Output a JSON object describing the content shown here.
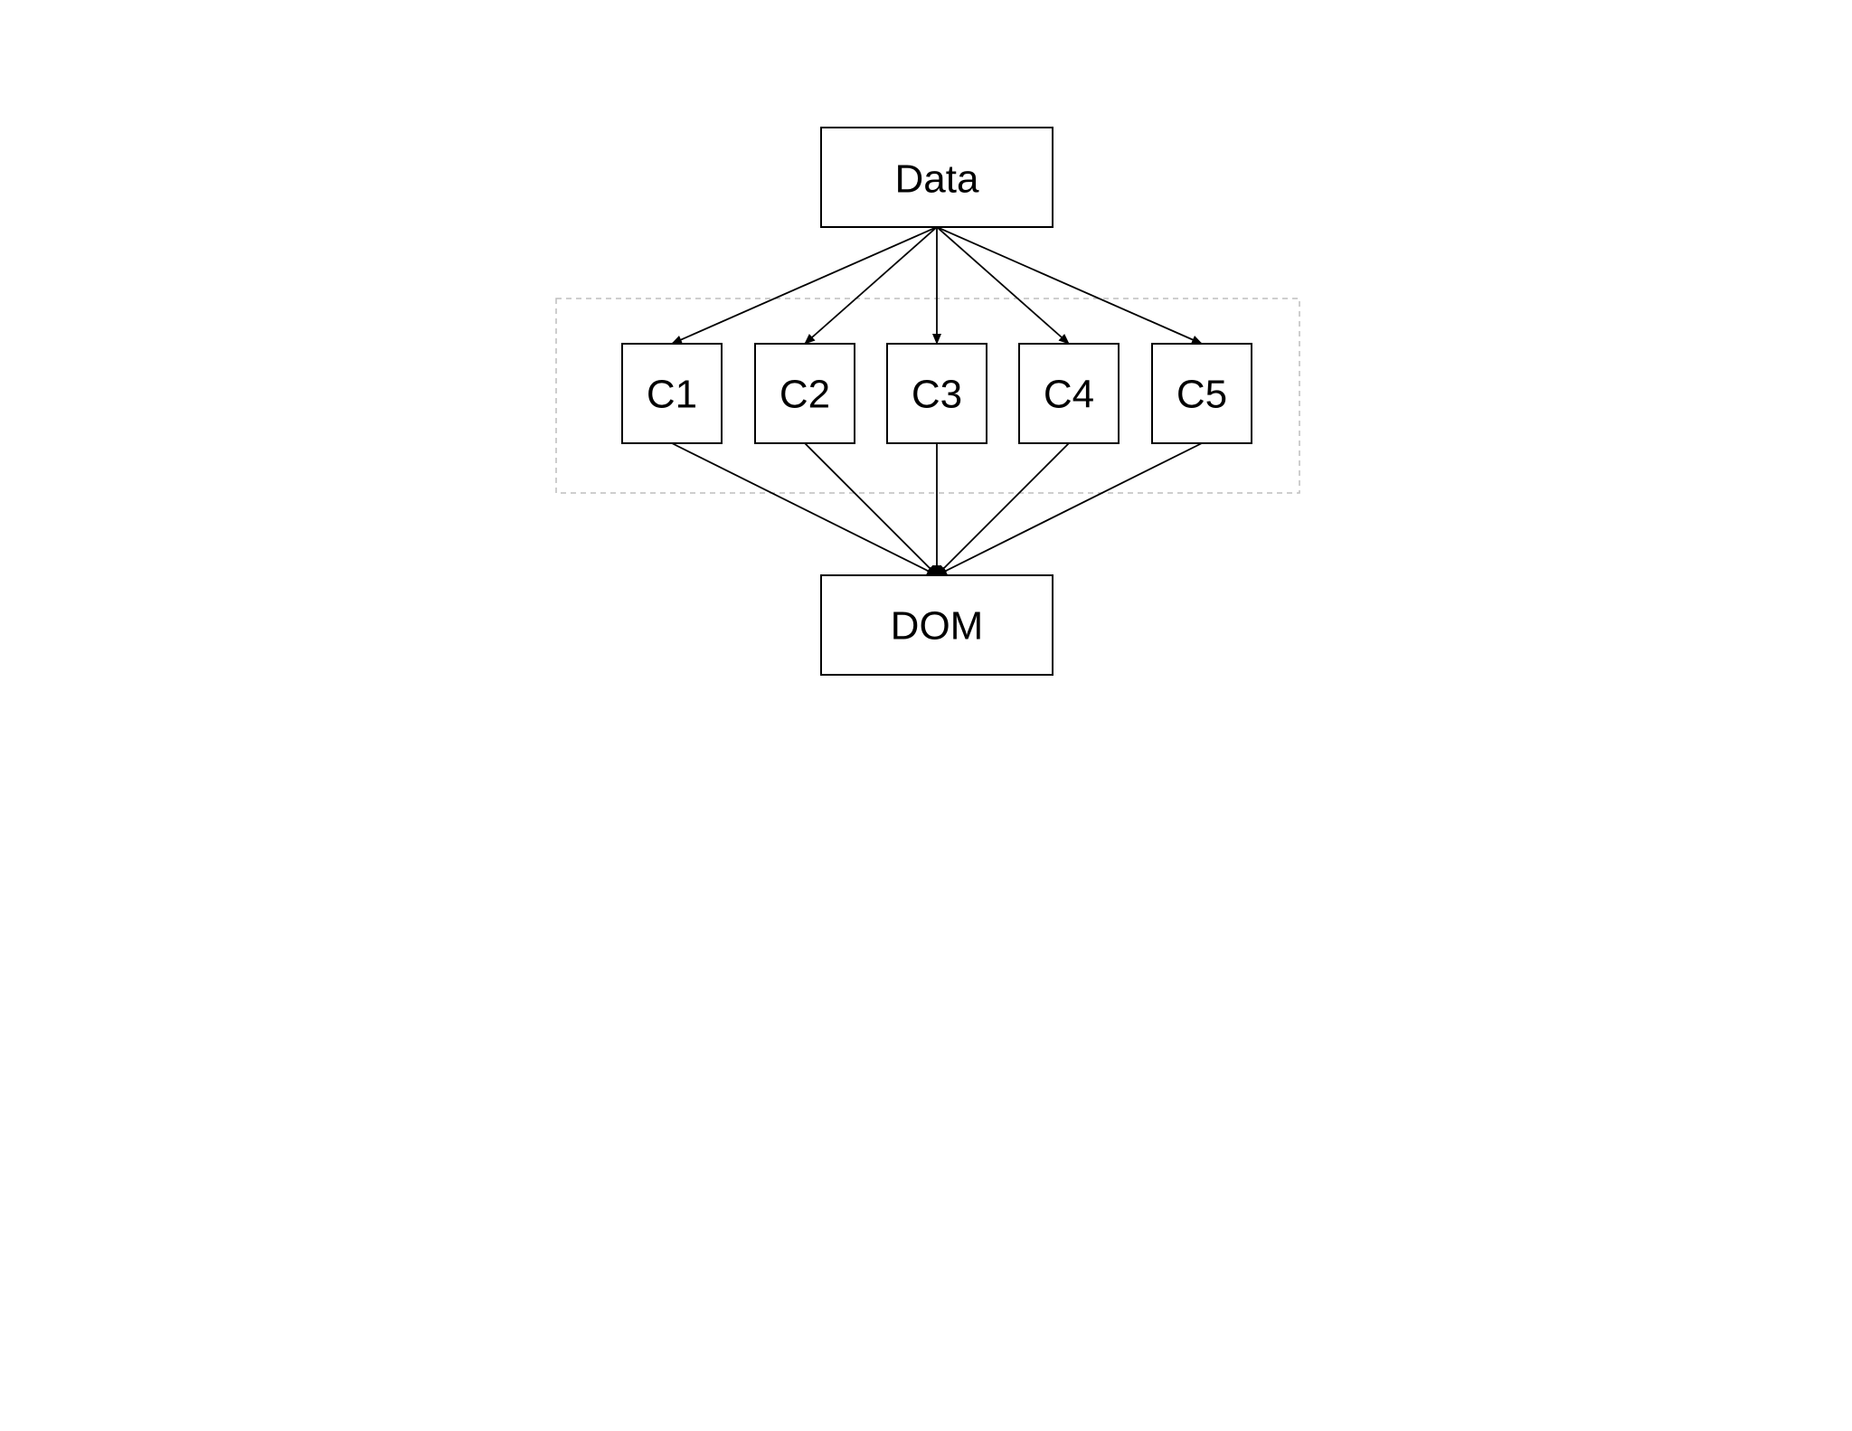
{
  "diagram": {
    "source": {
      "id": "data",
      "label": "Data"
    },
    "components": [
      {
        "id": "c1",
        "label": "C1"
      },
      {
        "id": "c2",
        "label": "C2"
      },
      {
        "id": "c3",
        "label": "C3"
      },
      {
        "id": "c4",
        "label": "C4"
      },
      {
        "id": "c5",
        "label": "C5"
      }
    ],
    "target": {
      "id": "dom",
      "label": "DOM"
    },
    "edges": [
      {
        "from": "data",
        "to": "c1"
      },
      {
        "from": "data",
        "to": "c2"
      },
      {
        "from": "data",
        "to": "c3"
      },
      {
        "from": "data",
        "to": "c4"
      },
      {
        "from": "data",
        "to": "c5"
      },
      {
        "from": "c1",
        "to": "dom"
      },
      {
        "from": "c2",
        "to": "dom"
      },
      {
        "from": "c3",
        "to": "dom"
      },
      {
        "from": "c4",
        "to": "dom"
      },
      {
        "from": "c5",
        "to": "dom"
      }
    ],
    "colors": {
      "stroke": "#000000",
      "group_border": "#bdbdbd",
      "background": "#ffffff"
    }
  }
}
